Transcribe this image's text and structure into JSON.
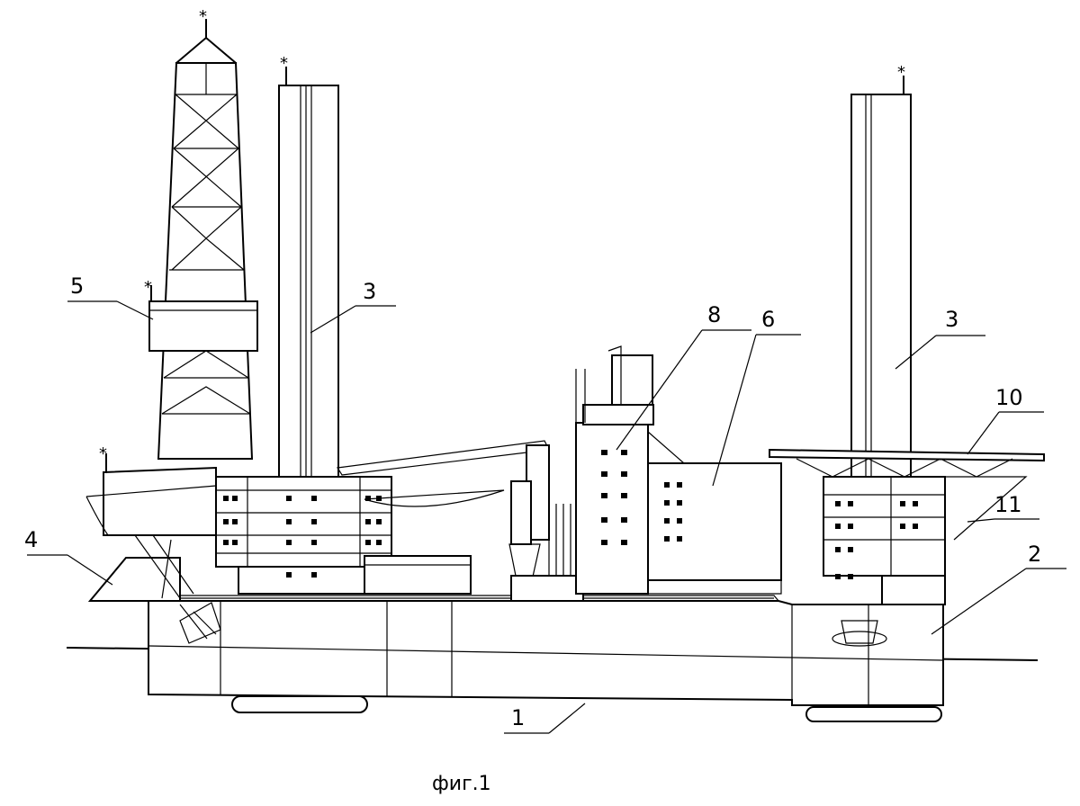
{
  "figure": {
    "caption": "фиг.1",
    "callouts": [
      {
        "id": "1",
        "text": "1"
      },
      {
        "id": "2",
        "text": "2"
      },
      {
        "id": "3a",
        "text": "3"
      },
      {
        "id": "3b",
        "text": "3"
      },
      {
        "id": "4",
        "text": "4"
      },
      {
        "id": "5",
        "text": "5"
      },
      {
        "id": "6",
        "text": "6"
      },
      {
        "id": "8",
        "text": "8"
      },
      {
        "id": "10",
        "text": "10"
      },
      {
        "id": "11",
        "text": "11"
      }
    ],
    "line_color": "#000000",
    "background": "#ffffff"
  }
}
